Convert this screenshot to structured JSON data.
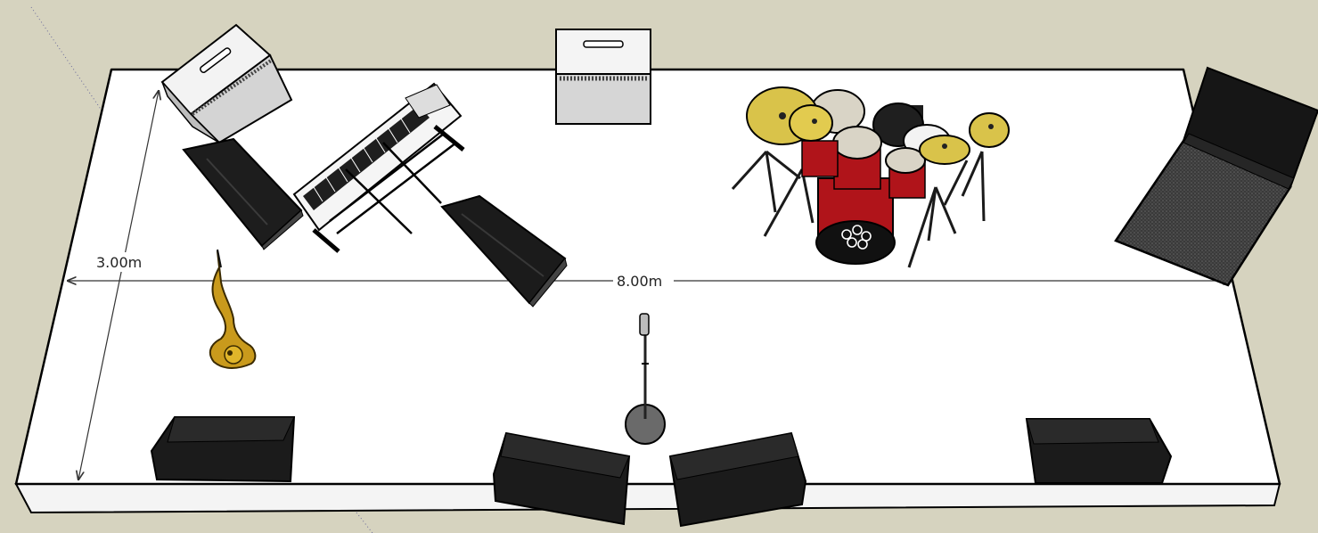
{
  "dimensions": {
    "width_label": "8.00m",
    "depth_label": "3.00m"
  },
  "colors": {
    "background": "#d6d3bf",
    "stage_top": "#ffffff",
    "stage_edge": "#000000",
    "monitor": "#1c1c1c",
    "drum_shell": "#b0141a",
    "cymbal": "#d9c34a",
    "saxophone": "#c99a1c"
  },
  "equipment": [
    "guitar-amp",
    "keyboard",
    "bass-amp",
    "drum-kit",
    "bass-cabinet",
    "saxophone",
    "microphone-stand",
    "stage-monitor"
  ]
}
